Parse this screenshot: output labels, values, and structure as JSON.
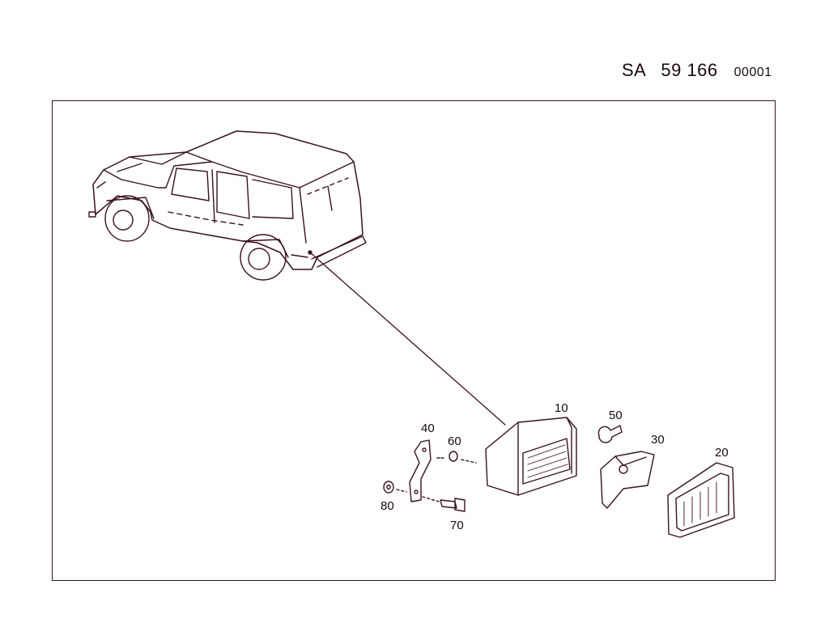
{
  "header": {
    "prefix": "SA",
    "number": "59 166",
    "sheet": "00001"
  },
  "parts": [
    {
      "id": "10"
    },
    {
      "id": "20"
    },
    {
      "id": "30"
    },
    {
      "id": "40"
    },
    {
      "id": "50"
    },
    {
      "id": "60"
    },
    {
      "id": "70"
    },
    {
      "id": "80"
    }
  ],
  "colors": {
    "line": "#3a1020",
    "accent": "#c0143c"
  }
}
